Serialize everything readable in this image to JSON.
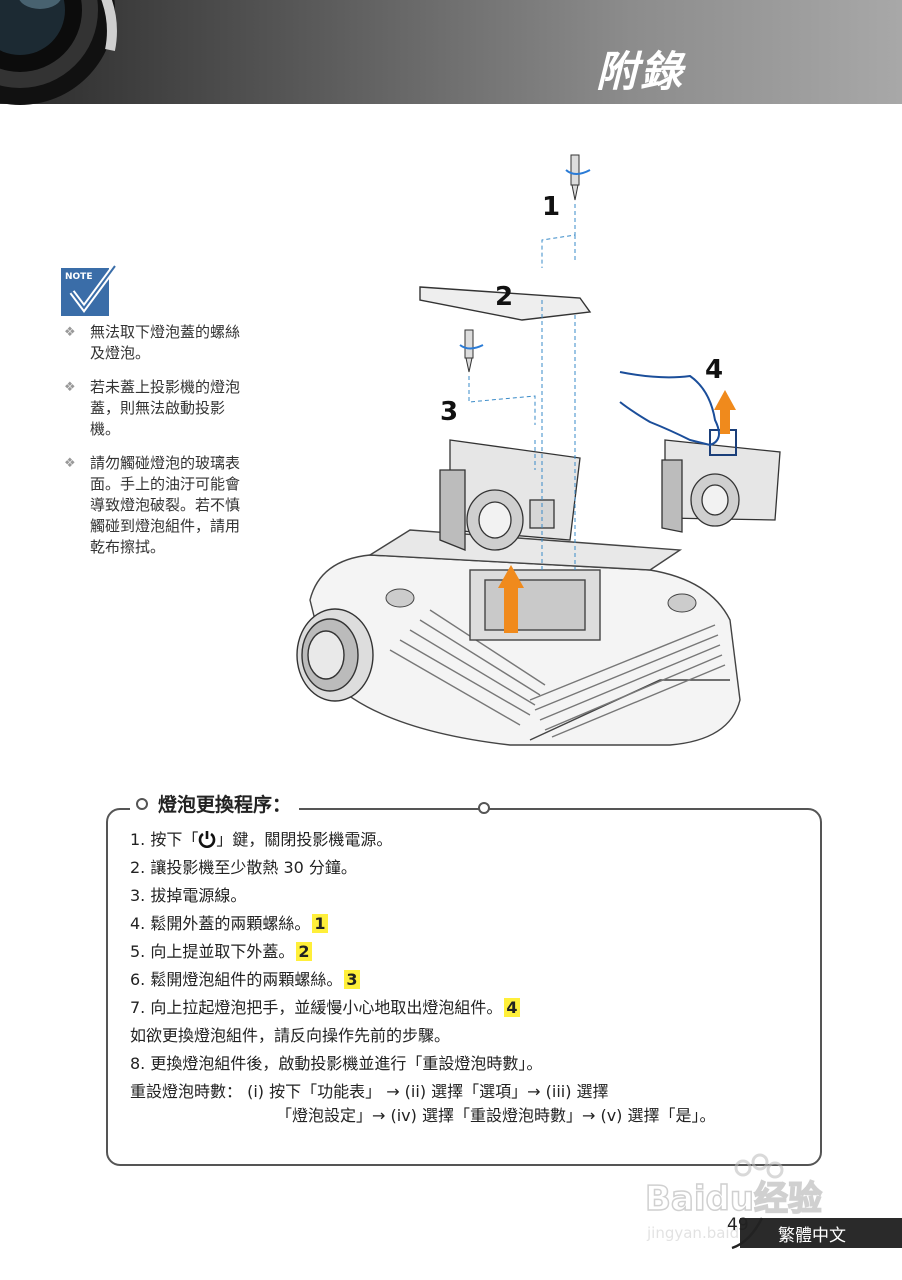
{
  "header": {
    "title": "附錄"
  },
  "note": {
    "icon": "note-check-icon",
    "items": [
      "無法取下燈泡蓋的螺絲及燈泡。",
      "若未蓋上投影機的燈泡蓋，則無法啟動投影機。",
      "請勿觸碰燈泡的玻璃表面。手上的油汙可能會導致燈泡破裂。若不慎觸碰到燈泡組件，請用乾布擦拭。"
    ]
  },
  "diagram": {
    "callouts": [
      "1",
      "2",
      "3",
      "4"
    ]
  },
  "procedure": {
    "title": "燈泡更換程序：",
    "step1_pre": "1. 按下「",
    "step1_post": "」鍵，關閉投影機電源。",
    "step2": "2.  讓投影機至少散熱 30 分鐘。",
    "step3": "3.  拔掉電源線。",
    "step4": "4.  鬆開外蓋的兩顆螺絲。",
    "step4_badge": "1",
    "step5": "5.  向上提並取下外蓋。",
    "step5_badge": "2",
    "step6": "6.  鬆開燈泡組件的兩顆螺絲。",
    "step6_badge": "3",
    "step7": "7.  向上拉起燈泡把手，並緩慢小心地取出燈泡組件。",
    "step7_badge": "4",
    "reverse": "如欲更換燈泡組件，請反向操作先前的步驟。",
    "step8": "8.    更換燈泡組件後，啟動投影機並進行「重設燈泡時數」。",
    "reset_line1": "重設燈泡時數： (i) 按下「功能表」 → (ii) 選擇「選項」→ (iii) 選擇",
    "reset_line2": "「燈泡設定」→ (iv) 選擇「重設燈泡時數」→ (v) 選擇「是」。"
  },
  "footer": {
    "page": "49",
    "language": "繁體中文"
  },
  "watermark": {
    "brand": "Baidu经验",
    "url": "jingyan.baidu.com"
  }
}
